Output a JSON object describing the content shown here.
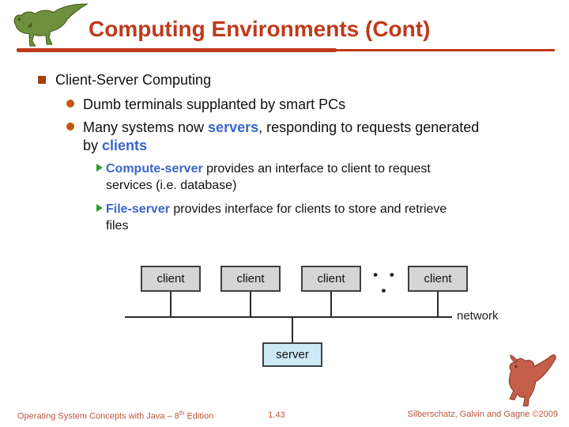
{
  "colors": {
    "accent": "#c0391b",
    "emphasis_blue": "#3a66cc",
    "bullet_l1_square": "#a34310",
    "bullet_l2_circle": "#c2570f",
    "bullet_l3_arrow": "#2f9e2f",
    "client_box_fill": "#d5d5d5",
    "server_box_fill": "#cde9f6",
    "footer_text": "#b9563b"
  },
  "header": {
    "title": "Computing Environments (Cont)"
  },
  "content": {
    "l1": "Client-Server Computing",
    "l2_item1": "Dumb terminals supplanted by smart PCs",
    "l2_item2": {
      "seg1": "Many systems now ",
      "strong1": "servers",
      "seg2": ", responding to requests generated",
      "seg3": "by ",
      "strong2": "clients"
    },
    "l3_item1": {
      "strong": "Compute-server",
      "seg1": " provides an interface to client to request",
      "seg2": "services (i.e. database)"
    },
    "l3_item2": {
      "strong": "File-server",
      "seg1": " provides interface for clients to store and retrieve",
      "seg2": "files"
    }
  },
  "diagram": {
    "clients": [
      "client",
      "client",
      "client",
      "client"
    ],
    "dots": "• • •",
    "network_label": "network",
    "server_label": "server"
  },
  "footer": {
    "left_main": "Operating System Concepts  with Java – 8",
    "left_sup": "th",
    "left_tail": " Edition",
    "page_number": "1.43",
    "credits": "Silberschatz, Galvin and Gagne ©2009"
  }
}
